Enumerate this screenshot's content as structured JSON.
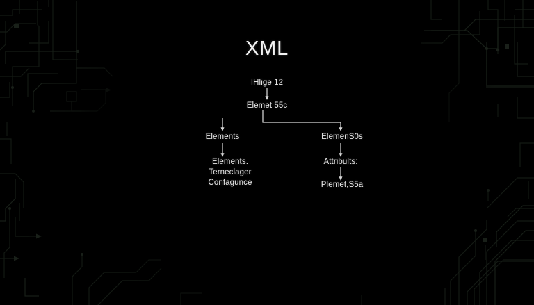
{
  "slide": {
    "title": "XML",
    "background_color": "#000000",
    "text_color": "#e8e8e8",
    "accent_color": "#1c241c",
    "theme": "dark-circuit-board"
  },
  "diagram": {
    "type": "flowchart-tree",
    "nodes": {
      "root": "IHlige 12",
      "second": "Elemet 55c",
      "left_first": "Elements",
      "left_second": "Elements.\nTerneclager\nConfagunce",
      "right_first": "ElemenS0s",
      "right_second": "Attribults:",
      "right_third": "Plemet,S5a"
    }
  },
  "background": {
    "trace_color": "#151a15",
    "trace_color_bright": "#1e261e"
  }
}
